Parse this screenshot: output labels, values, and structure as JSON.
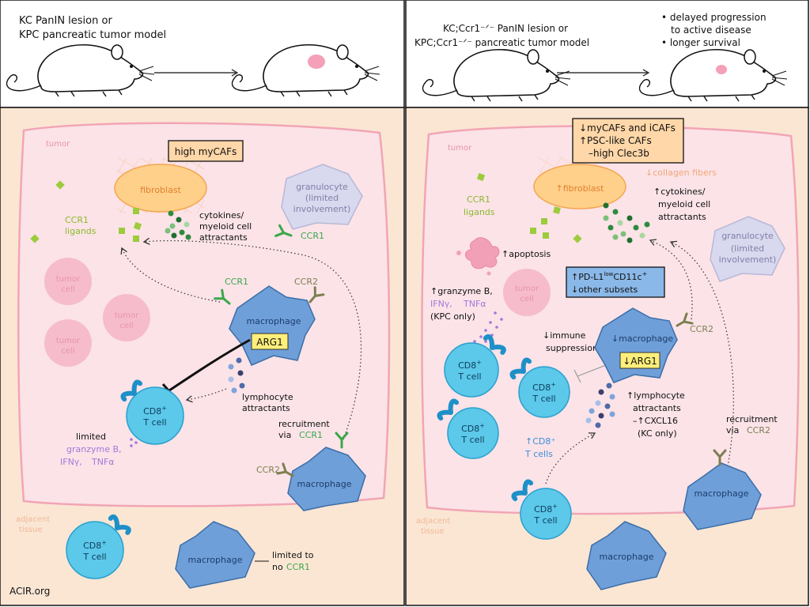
{
  "colors": {
    "tumor_bg": "#fbe3e8",
    "tumor_border": "#f2a5b4",
    "tissue_bg": "#fbe6d4",
    "fibroblast": "#ffd08a",
    "fibroblast_stroke": "#f3a64f",
    "macrophage": "#6f9fd8",
    "tcell": "#5cc8ea",
    "granulocyte": "#d8d8ee",
    "tumor_cell": "#f6bccb",
    "ligand_green": "#9ccc3c",
    "ccr1_green": "#3aa84a",
    "ccr2_olive": "#7d7f50",
    "text_orange": "#f0b898",
    "text_pink": "#e893a8",
    "text_purple": "#a07ad8",
    "text_blue": "#3a8fd8"
  },
  "left": {
    "model_line1": "KC  PanIN  lesion or",
    "model_line2": "KPC pancreatic tumor model",
    "tumor_label": "tumor",
    "myCAFs_box": "high myCAFs",
    "fibroblast": "fibroblast",
    "ccr1_ligands": [
      "CCR1",
      "ligands"
    ],
    "cytokines": [
      "cytokines/",
      "myeloid cell",
      "attractants"
    ],
    "granulocyte": [
      "granulocyte",
      "(limited",
      "involvement)"
    ],
    "granulocyte_ccr1": "CCR1",
    "tumor_cell_lines": [
      "tumor",
      "cell"
    ],
    "ccr1": "CCR1",
    "ccr2": "CCR2",
    "macrophage": "macrophage",
    "arg1": "ARG1",
    "lymphocyte": [
      "lymphocyte",
      "attractants"
    ],
    "tcell": [
      "CD8",
      "T cell"
    ],
    "tcell_sup": "+",
    "limited": "limited",
    "granzyme": "granzyme B,",
    "ifn": "IFNγ,",
    "tnf": "TNFα",
    "recruitment": [
      "recruitment",
      "via"
    ],
    "recruitment_ccr1": "CCR1",
    "ccr2_lower": "CCR2",
    "adjacent": [
      "adjacent",
      "tissue"
    ],
    "limited_to": "limited to",
    "no": "no",
    "no_ccr1": "CCR1",
    "acir": "ACIR.org"
  },
  "right": {
    "model_line1": "KC;Ccr1⁻ᐟ⁻ PanIN lesion or",
    "model_line2": "KPC;Ccr1⁻ᐟ⁻ pancreatic tumor model",
    "outcomes": [
      "• delayed progression",
      "to active disease",
      "• longer survival"
    ],
    "tumor_label": "tumor",
    "caf_box": [
      "↓myCAFs and iCAFs",
      "↑PSC-like CAFs",
      "–high Clec3b"
    ],
    "collagen": "↓collagen fibers",
    "fibroblast": "↑fibroblast",
    "ccr1_ligands": [
      "CCR1",
      "ligands"
    ],
    "cytokines": [
      "↑cytokines/",
      "myeloid cell",
      "attractants"
    ],
    "granulocyte": [
      "granulocyte",
      "(limited",
      "involvement)"
    ],
    "apoptosis": "↑apoptosis",
    "pdl1_box_a": "↑PD-L1",
    "pdl1_low": "low",
    "pdl1_box_b": "CD11c",
    "pdl1_plus": "+",
    "pdl1_box_line2": "↓other subsets",
    "granzyme": "↑granzyme B,",
    "ifn": "IFNγ,",
    "tnf": "TNFα",
    "kpc_only": "(KPC only)",
    "tumor_cell_lines": [
      "tumor",
      "cell"
    ],
    "immune": [
      "↓immune",
      "suppression"
    ],
    "macrophage_arrow": "↓macrophage",
    "arg1": "↓ARG1",
    "ccr2": "CCR2",
    "lymph": [
      "↑lymphocyte",
      "attractants",
      "–↑CXCL16",
      "(KC only)"
    ],
    "tcell": [
      "CD8",
      "T cell"
    ],
    "tcell_sup": "+",
    "more_tcells": [
      "↑CD8⁺",
      "T cells"
    ],
    "recruitment": [
      "recruitment",
      "via"
    ],
    "recruitment_ccr2": "CCR2",
    "macrophage": "macrophage",
    "adjacent": [
      "adjacent",
      "tissue"
    ]
  }
}
